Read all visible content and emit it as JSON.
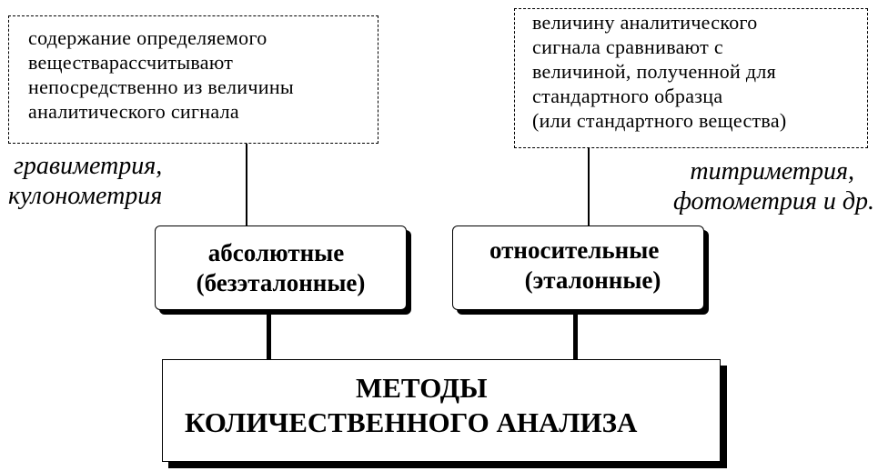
{
  "left_note": {
    "lines": [
      "содержание определяемого",
      "веществарассчитывают",
      "непосредственно из величины",
      "аналитического сигнала"
    ]
  },
  "right_note": {
    "lines": [
      "величину аналитического",
      "сигнала сравнивают с",
      "величиной, полученной для",
      "стандартного образца",
      "(или стандартного вещества)"
    ]
  },
  "left_examples": {
    "lines": [
      "гравиметрия,",
      "кулонометрия"
    ]
  },
  "right_examples": {
    "lines": [
      "титриметрия,",
      "фотометрия и др."
    ]
  },
  "absolute_method": {
    "lines": [
      "абсолютные",
      "(безэталонные)"
    ]
  },
  "relative_method": {
    "lines": [
      "относительные",
      "(эталонные)"
    ]
  },
  "root": {
    "lines": [
      "МЕТОДЫ",
      "КОЛИЧЕСТВЕННОГО АНАЛИЗА"
    ]
  }
}
